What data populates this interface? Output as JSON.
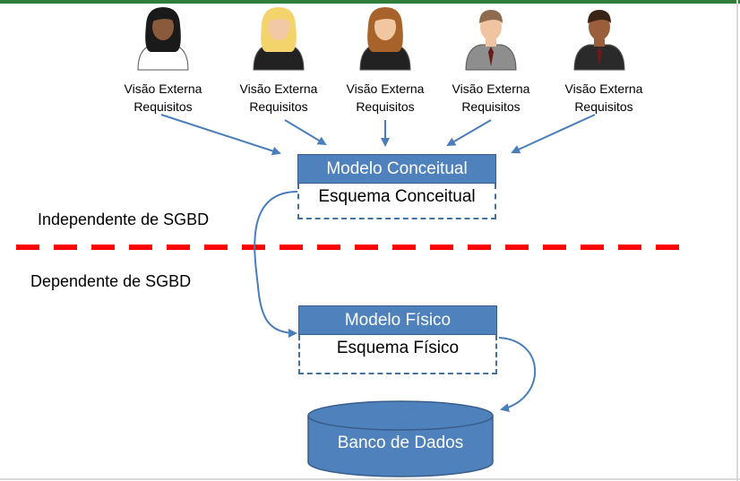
{
  "people": [
    {
      "line1": "Visão Externa",
      "line2": "Requisitos",
      "hair": "#1a1a1a",
      "skin": "#8a5a3c",
      "shirt": "#ffffff",
      "style": "woman"
    },
    {
      "line1": "Visão Externa",
      "line2": "Requisitos",
      "hair": "#f3d36b",
      "skin": "#f2c9a5",
      "shirt": "#222222",
      "style": "woman"
    },
    {
      "line1": "Visão Externa",
      "line2": "Requisitos",
      "hair": "#a8632b",
      "skin": "#f1c7a2",
      "shirt": "#222222",
      "style": "woman"
    },
    {
      "line1": "Visão Externa",
      "line2": "Requisitos",
      "hair": "#8c6b4f",
      "skin": "#f0c4a0",
      "shirt": "#8e8e8e",
      "style": "man"
    },
    {
      "line1": "Visão Externa",
      "line2": "Requisitos",
      "hair": "#3a2416",
      "skin": "#9a5f3a",
      "shirt": "#2a2a2a",
      "style": "man"
    }
  ],
  "conceptual": {
    "title": "Modelo Conceitual",
    "schema": "Esquema Conceitual"
  },
  "physical": {
    "title": "Modelo Físico",
    "schema": "Esquema Físico"
  },
  "database": {
    "label": "Banco de Dados"
  },
  "independent_label": "Independente de SGBD",
  "dependent_label": "Dependente de SGBD",
  "colors": {
    "box": "#4f81bd",
    "arrow": "#4a7ebb",
    "divider": "#ff0000",
    "topbar": "#2e7d3a"
  }
}
